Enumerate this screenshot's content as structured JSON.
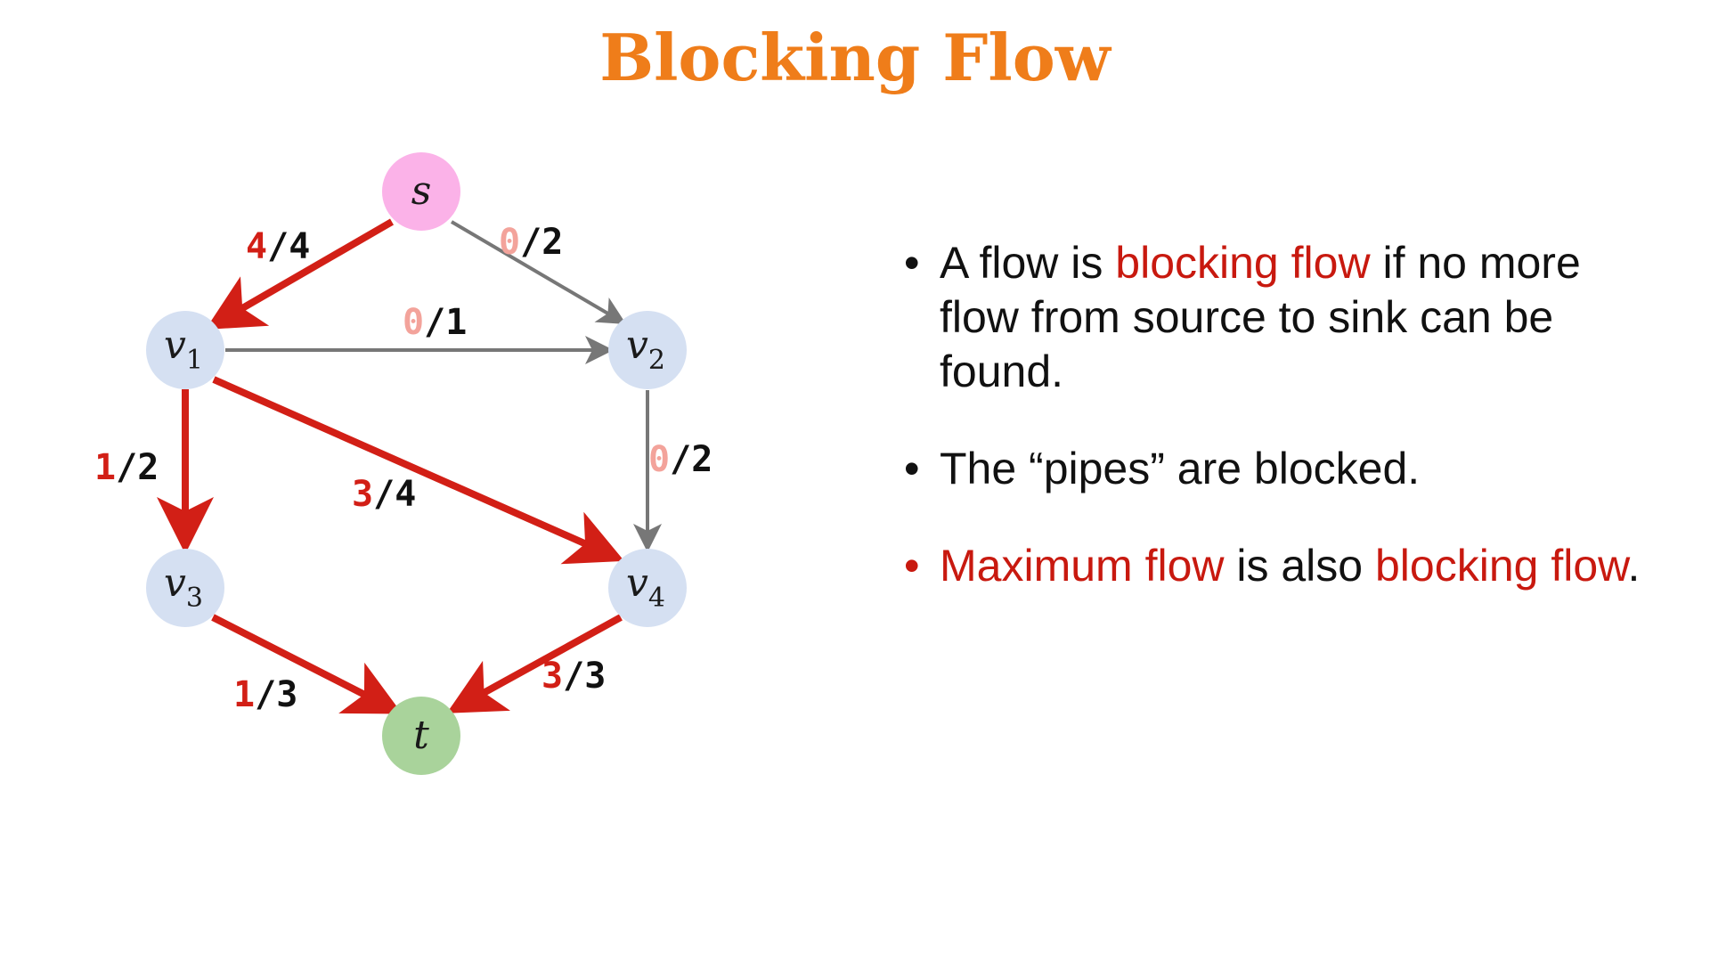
{
  "title": "Blocking Flow",
  "colors": {
    "title": "#ef7d1a",
    "flow_edge": "#d21f16",
    "empty_edge": "#777777",
    "highlight_text": "#c8190f",
    "zero_flow_text": "#f3a39b",
    "source_node": "#fbb2e8",
    "sink_node": "#a9d39b",
    "inner_node": "#d5e0f2"
  },
  "nodes": {
    "s": {
      "name": "s",
      "sub": ""
    },
    "v1": {
      "name": "v",
      "sub": "1"
    },
    "v2": {
      "name": "v",
      "sub": "2"
    },
    "v3": {
      "name": "v",
      "sub": "3"
    },
    "v4": {
      "name": "v",
      "sub": "4"
    },
    "t": {
      "name": "t",
      "sub": ""
    }
  },
  "edges": {
    "s_v1": {
      "from": "s",
      "to": "v1",
      "flow": "4",
      "capacity": "4",
      "saturated_path": true
    },
    "s_v2": {
      "from": "s",
      "to": "v2",
      "flow": "0",
      "capacity": "2",
      "saturated_path": false
    },
    "v1_v2": {
      "from": "v1",
      "to": "v2",
      "flow": "0",
      "capacity": "1",
      "saturated_path": false
    },
    "v1_v3": {
      "from": "v1",
      "to": "v3",
      "flow": "1",
      "capacity": "2",
      "saturated_path": true
    },
    "v1_v4": {
      "from": "v1",
      "to": "v4",
      "flow": "3",
      "capacity": "4",
      "saturated_path": true
    },
    "v2_v4": {
      "from": "v2",
      "to": "v4",
      "flow": "0",
      "capacity": "2",
      "saturated_path": false
    },
    "v3_t": {
      "from": "v3",
      "to": "t",
      "flow": "1",
      "capacity": "3",
      "saturated_path": true
    },
    "v4_t": {
      "from": "v4",
      "to": "t",
      "flow": "3",
      "capacity": "3",
      "saturated_path": true
    }
  },
  "bullets": {
    "b1": {
      "dot": "•",
      "p1": "A flow is ",
      "p2": "blocking flow",
      "p3": " if no more flow from source to sink can be found."
    },
    "b2": {
      "dot": "•",
      "p1": "The “pipes” are blocked."
    },
    "b3": {
      "dot": "•",
      "p1": "Maximum flow",
      "p2": " is also ",
      "p3": "blocking flow",
      "p4": "."
    }
  }
}
